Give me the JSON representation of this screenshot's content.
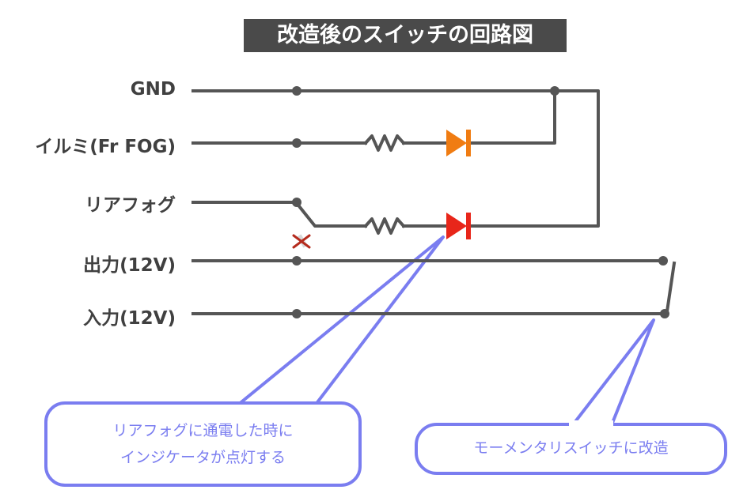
{
  "title": "改造後のスイッチの回路図",
  "labels": {
    "gnd": "GND",
    "illumi": "イルミ(Fr FOG)",
    "rear_fog": "リアフォグ",
    "output": "出力(12V)",
    "input": "入力(12V)"
  },
  "callouts": {
    "indicator_line1": "リアフォグに通電した時に",
    "indicator_line2": "インジケータが点灯する",
    "switch": "モーメンタリスイッチに改造"
  },
  "colors": {
    "wire": "#555555",
    "led_illumi": "#f07c12",
    "led_indicator": "#e8261a",
    "cut_mark": "#b52b1d",
    "callout": "#7a7df0",
    "title_bg": "#4a4a4a"
  }
}
